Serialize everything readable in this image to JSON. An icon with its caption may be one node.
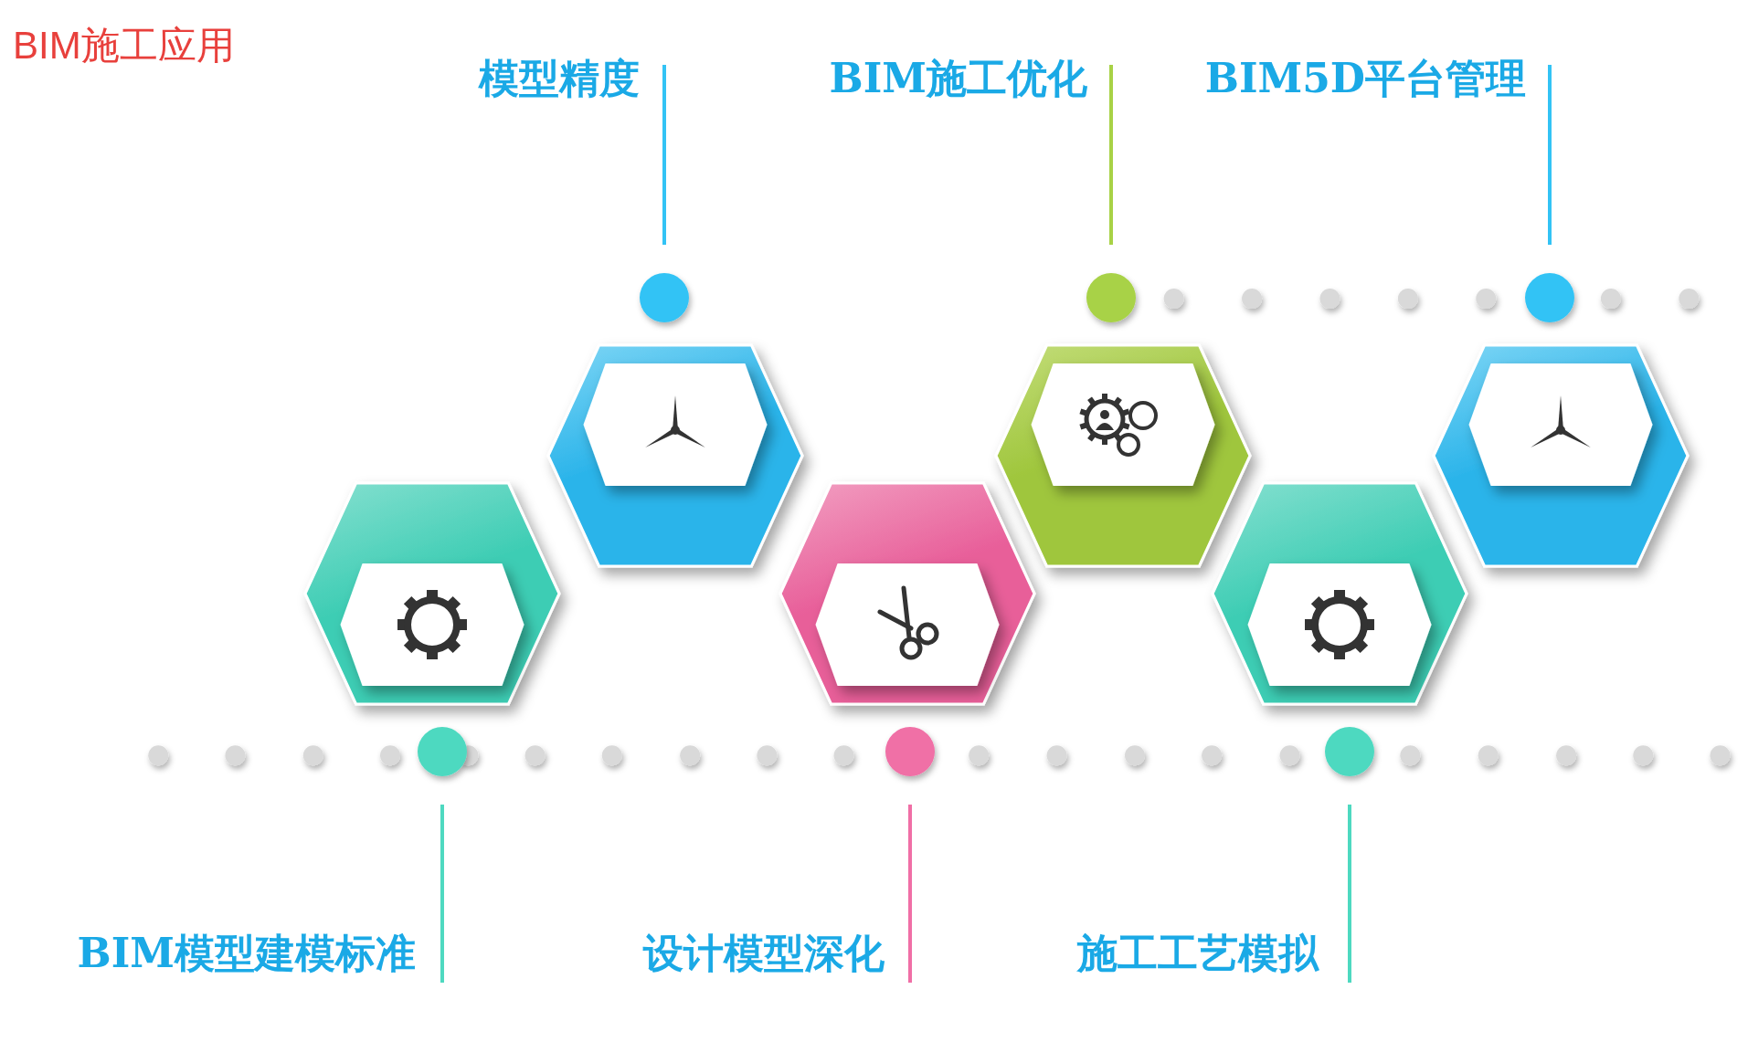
{
  "diagram": {
    "title": "BIM施工应用",
    "labels": [
      "模型精度",
      "BIM施工优化",
      "BIM5D平台管理",
      "BIM模型建模标准",
      "设计模型深化",
      "施工工艺模拟"
    ]
  }
}
